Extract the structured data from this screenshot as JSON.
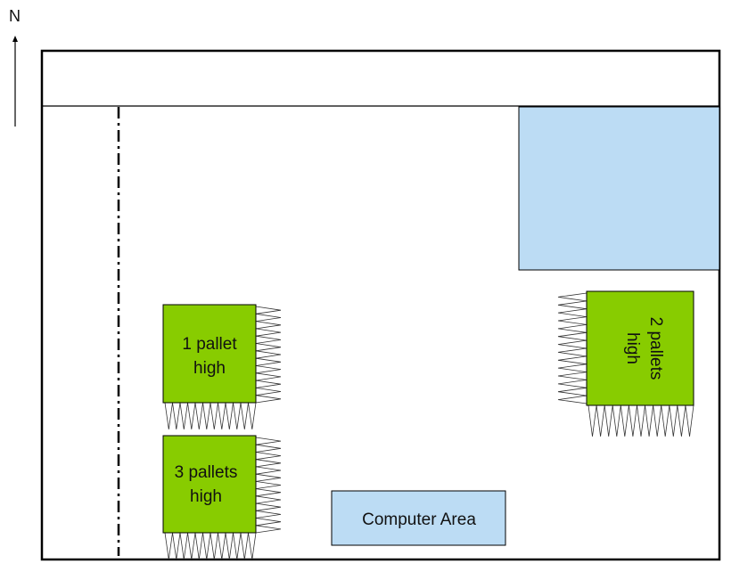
{
  "compass": {
    "label": "N"
  },
  "zones": {
    "stack_1": {
      "line1": "1 pallet",
      "line2": "high"
    },
    "stack_3": {
      "line1": "3 pallets",
      "line2": "high"
    },
    "stack_2": {
      "line1": "2 pallets",
      "line2": "high"
    },
    "computer_area": {
      "label": "Computer Area"
    }
  },
  "colors": {
    "pallet_block": "#88cc00",
    "area_fill": "#bcdcf4",
    "outline": "#000000"
  }
}
